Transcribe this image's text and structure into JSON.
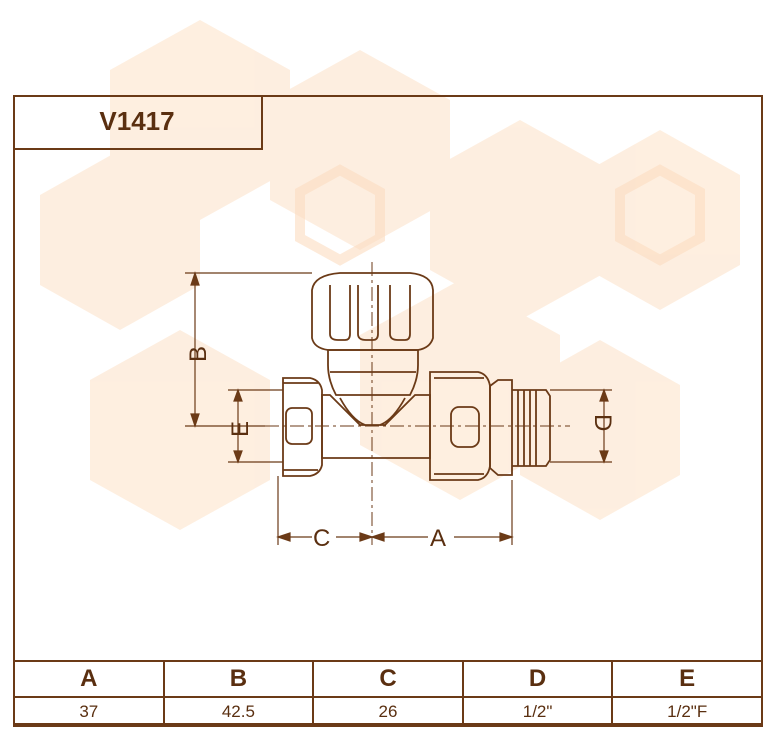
{
  "model": {
    "code": "V1417"
  },
  "dimension_labels": {
    "a": "A",
    "b": "B",
    "c": "C",
    "d": "D",
    "e": "E"
  },
  "table": {
    "headers": [
      "A",
      "B",
      "C",
      "D",
      "E"
    ],
    "values": [
      "37",
      "42.5",
      "26",
      "1/2\"",
      "1/2\"F"
    ]
  },
  "colors": {
    "line": "#6b3a17",
    "text": "#5a2f10",
    "watermark": "#fbe3c9"
  }
}
